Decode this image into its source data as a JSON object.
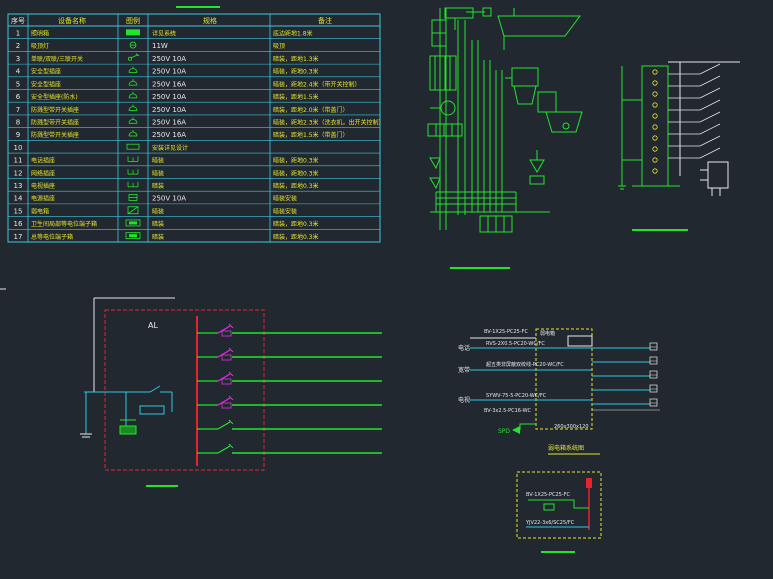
{
  "colors": {
    "background": "#212830",
    "cad_white": "#e8e8e8",
    "cad_green": "#22e52b",
    "cad_cyan": "#2ec8e6",
    "cad_red": "#e8222e",
    "cad_magenta": "#e52ee5",
    "cad_yellow": "#e6e62e",
    "table_border": "#3cc8e0"
  },
  "legend_table": {
    "headers": [
      "序号",
      "设备名称",
      "图例",
      "规格",
      "备注"
    ],
    "rows": [
      {
        "no": "1",
        "name": "照明箱",
        "symbol": "panel-icon",
        "spec": "详见系统",
        "note": "底边距地1.8米"
      },
      {
        "no": "2",
        "name": "吸顶灯",
        "symbol": "ceiling-light-icon",
        "spec": "11W",
        "note": "吸顶"
      },
      {
        "no": "3",
        "name": "单联/双联/三联开关",
        "symbol": "switch-icon",
        "spec": "250V 10A",
        "note": "暗装，距地1.3米"
      },
      {
        "no": "4",
        "name": "安全型插座",
        "symbol": "socket-icon",
        "spec": "250V 10A",
        "note": "暗装，距地0.3米"
      },
      {
        "no": "5",
        "name": "安全型插座",
        "symbol": "socket-icon",
        "spec": "250V 16A",
        "note": "暗装，距地2.4米（带开关控制）"
      },
      {
        "no": "6",
        "name": "安全型插座(防水)",
        "symbol": "socket-icon",
        "spec": "250V 10A",
        "note": "暗装，距地1.5米"
      },
      {
        "no": "7",
        "name": "防溅型带开关插座",
        "symbol": "socket-icon",
        "spec": "250V 10A",
        "note": "暗装，距地2.0米（带盖门）"
      },
      {
        "no": "8",
        "name": "防溅型带开关插座",
        "symbol": "socket-icon",
        "spec": "250V 16A",
        "note": "暗装，距地2.3米（洗衣机，出开关控制）"
      },
      {
        "no": "9",
        "name": "防溅型带开关插座",
        "symbol": "socket-icon",
        "spec": "250V 16A",
        "note": "暗装，距地1.5米（带盖门）"
      },
      {
        "no": "10",
        "name": "",
        "symbol": "box-icon",
        "spec": "安装详见设计",
        "note": ""
      },
      {
        "no": "11",
        "name": "电话插座",
        "symbol": "phone-outlet-icon",
        "spec": "暗装",
        "note": "暗装，距地0.3米"
      },
      {
        "no": "12",
        "name": "网络插座",
        "symbol": "data-outlet-icon",
        "spec": "暗装",
        "note": "暗装，距地0.3米"
      },
      {
        "no": "13",
        "name": "电视插座",
        "symbol": "tv-outlet-icon",
        "spec": "暗装",
        "note": "暗装，距地0.3米"
      },
      {
        "no": "14",
        "name": "电源插座",
        "symbol": "power-outlet-icon",
        "spec": "250V 10A",
        "note": "暗装安装"
      },
      {
        "no": "15",
        "name": "弱电箱",
        "symbol": "weak-box-icon",
        "spec": "暗装",
        "note": "暗装安装"
      },
      {
        "no": "16",
        "name": "卫生间局部等电位端子箱",
        "symbol": "terminal-box-icon",
        "spec": "暗装",
        "note": "暗装，距地0.3米"
      },
      {
        "no": "17",
        "name": "总等电位端子箱",
        "symbol": "main-terminal-box-icon",
        "spec": "暗装",
        "note": "暗装，距地0.3米"
      }
    ]
  },
  "distribution_box": {
    "label": "AL",
    "outgoing_circuits": 6
  },
  "weak_current": {
    "cable_in_top": "BV-1X25-PC25-FC",
    "line_tel": "RVS-2X0.5-PC20-WC/FC",
    "line_data": "超五类非屏蔽双绞线-PC20-WC/FC",
    "line_tv": "SYWV-75-5-PC20-WC/FC",
    "cable_power": "BV-3x2.5-PC16-WC",
    "box_top_label": "弱电箱",
    "box_bottom_label": "260x300x120",
    "left_labels": [
      "电话",
      "宽带",
      "电视"
    ],
    "spd_label": "SPD",
    "diagram_title": "弱电箱系统图"
  },
  "grounding_box": {
    "cable_top": "BV-1X25-PC25-FC",
    "cable_bottom": "YJV22-3x6/SC25/FC"
  }
}
